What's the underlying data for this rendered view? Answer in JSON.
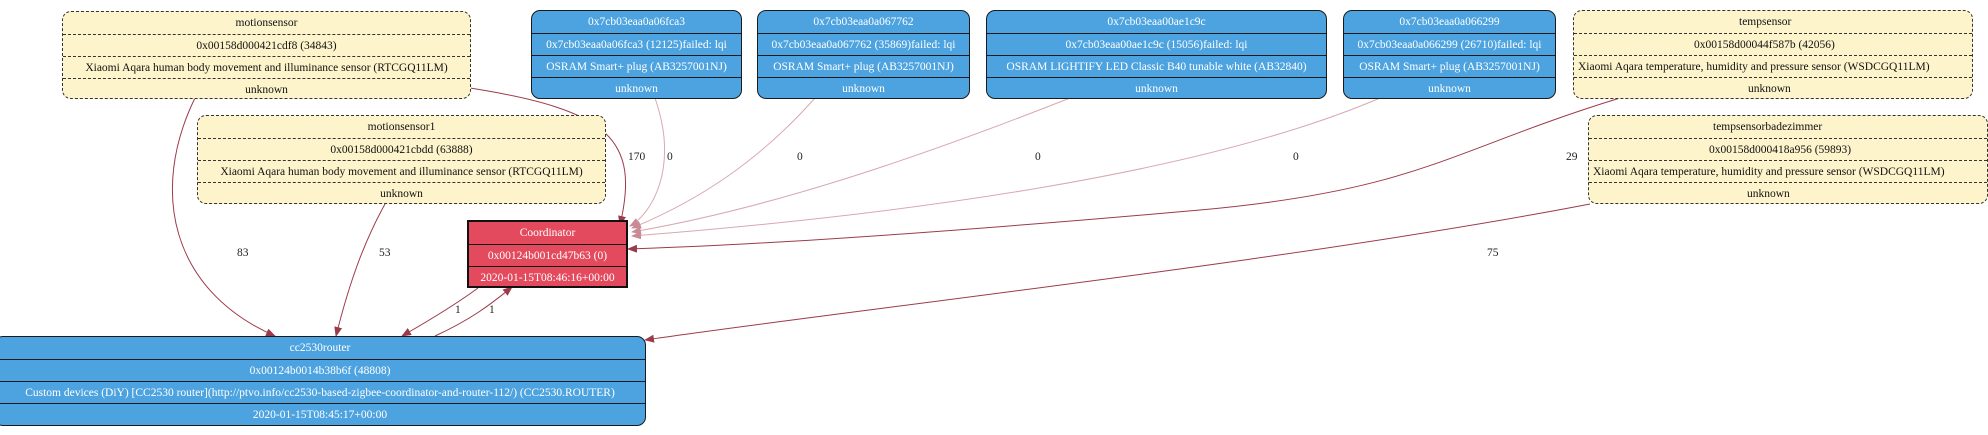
{
  "nodes": {
    "motionsensor": [
      "motionsensor",
      "0x00158d000421cdf8 (34843)",
      "Xiaomi Aqara human body movement and illuminance sensor (RTCGQ11LM)",
      "unknown"
    ],
    "motionsensor1": [
      "motionsensor1",
      "0x00158d000421cbdd (63888)",
      "Xiaomi Aqara human body movement and illuminance sensor (RTCGQ11LM)",
      "unknown"
    ],
    "plug_06fca3": [
      "0x7cb03eaa0a06fca3",
      "0x7cb03eaa0a06fca3 (12125)failed: lqi",
      "OSRAM Smart+ plug (AB3257001NJ)",
      "unknown"
    ],
    "plug_067762": [
      "0x7cb03eaa0a067762",
      "0x7cb03eaa0a067762 (35869)failed: lqi",
      "OSRAM Smart+ plug (AB3257001NJ)",
      "unknown"
    ],
    "lightify": [
      "0x7cb03eaa00ae1c9c",
      "0x7cb03eaa00ae1c9c (15056)failed: lqi",
      "OSRAM LIGHTIFY LED Classic B40 tunable white (AB32840)",
      "unknown"
    ],
    "plug_066299": [
      "0x7cb03eaa0a066299",
      "0x7cb03eaa0a066299 (26710)failed: lqi",
      "OSRAM Smart+ plug (AB3257001NJ)",
      "unknown"
    ],
    "tempsensor": [
      "tempsensor",
      "0x00158d00044f587b (42056)",
      "Xiaomi Aqara temperature, humidity and pressure sensor (WSDCGQ11LM)",
      "unknown"
    ],
    "tempsensorbadezimmer": [
      "tempsensorbadezimmer",
      "0x00158d000418a956 (59893)",
      "Xiaomi Aqara temperature, humidity and pressure sensor (WSDCGQ11LM)",
      "unknown"
    ],
    "coordinator": [
      "Coordinator",
      "0x00124b001cd47b63 (0)",
      "2020-01-15T08:46:16+00:00"
    ],
    "router": [
      "cc2530router",
      "0x00124b0014b38b6f (48808)",
      "Custom devices (DiY) [CC2530 router](http://ptvo.info/cc2530-based-zigbee-coordinator-and-router-112/) (CC2530.ROUTER)",
      "2020-01-15T08:45:17+00:00"
    ]
  },
  "edges": [
    {
      "from": "motionsensor",
      "to": "coordinator",
      "label": "170"
    },
    {
      "from": "plug_06fca3",
      "to": "coordinator",
      "label": "0"
    },
    {
      "from": "plug_067762",
      "to": "coordinator",
      "label": "0"
    },
    {
      "from": "lightify",
      "to": "coordinator",
      "label": "0"
    },
    {
      "from": "plug_066299",
      "to": "coordinator",
      "label": "0"
    },
    {
      "from": "tempsensor",
      "to": "coordinator",
      "label": "29"
    },
    {
      "from": "motionsensor",
      "to": "router",
      "label": "83"
    },
    {
      "from": "motionsensor1",
      "to": "router",
      "label": "53"
    },
    {
      "from": "tempsensorbadezimmer",
      "to": "router",
      "label": "75"
    },
    {
      "from": "coordinator",
      "to": "router",
      "label": "1"
    },
    {
      "from": "router",
      "to": "coordinator",
      "label": "1"
    }
  ],
  "colors": {
    "device_fill": "#4da3df",
    "sensor_fill": "#fdf4cb",
    "coordinator_fill": "#e34a5d",
    "edge_strong": "#9b3b4a",
    "edge_weak": "#d9a8b0"
  }
}
